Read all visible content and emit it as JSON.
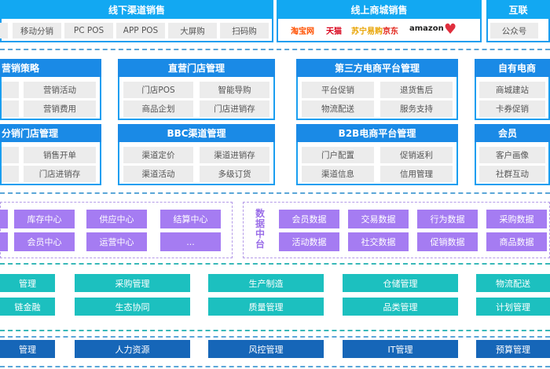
{
  "top": {
    "offline": {
      "title": "线下渠道销售",
      "items": [
        "",
        "移动分销",
        "PC POS",
        "APP POS",
        "大屏购",
        "扫码购"
      ]
    },
    "online": {
      "title": "线上商城销售",
      "logos": [
        {
          "name": "淘宝网",
          "color": "#ff5000"
        },
        {
          "name": "天猫",
          "color": "#d8001a"
        },
        {
          "name": "苏宁易购",
          "color": "#e8a300"
        },
        {
          "name": "京东",
          "color": "#e1251b"
        },
        {
          "name": "amazon",
          "color": "#222222"
        },
        {
          "name": "♥",
          "color": "#e02e3d"
        }
      ]
    },
    "internet": {
      "title": "互联",
      "items": [
        "公众号"
      ]
    }
  },
  "middle": {
    "blocks": [
      {
        "title": "营销策略",
        "items": [
          "",
          "营销活动",
          "",
          "营销费用"
        ]
      },
      {
        "title": "直营门店管理",
        "items": [
          "门店POS",
          "智能导购",
          "商品企划",
          "门店进销存"
        ]
      },
      {
        "title": "第三方电商平台管理",
        "items": [
          "平台促销",
          "退货售后",
          "物流配送",
          "服务支持"
        ]
      },
      {
        "title": "自有电商",
        "items": [
          "商城建站",
          "卡券促销"
        ]
      },
      {
        "title": "分销门店管理",
        "items": [
          "",
          "销售开单",
          "",
          "门店进销存"
        ]
      },
      {
        "title": "BBC渠道管理",
        "items": [
          "渠道定价",
          "渠道进销存",
          "渠道活动",
          "多级订货"
        ]
      },
      {
        "title": "B2B电商平台管理",
        "items": [
          "门户配置",
          "促销返利",
          "渠道信息",
          "信用管理"
        ]
      },
      {
        "title": "会员",
        "items": [
          "客户画像",
          "社群互动"
        ]
      }
    ]
  },
  "center": {
    "business": [
      "",
      "库存中心",
      "供应中心",
      "结算中心",
      "",
      "会员中心",
      "运营中心",
      "..."
    ],
    "data_label": "数据中台",
    "data": [
      "会员数据",
      "交易数据",
      "行为数据",
      "采购数据",
      "活动数据",
      "社交数据",
      "促销数据",
      "商品数据"
    ]
  },
  "supply": [
    "管理",
    "采购管理",
    "生产制造",
    "仓储管理",
    "物流配送",
    "链金融",
    "生态协同",
    "质量管理",
    "品类管理",
    "计划管理"
  ],
  "backoffice": [
    "管理",
    "人力资源",
    "风控管理",
    "IT管理",
    "预算管理"
  ],
  "colors": {
    "header": "#1a8ae6",
    "purple": "#a57cf2",
    "teal": "#1cc0bf",
    "navy": "#1666b8"
  }
}
